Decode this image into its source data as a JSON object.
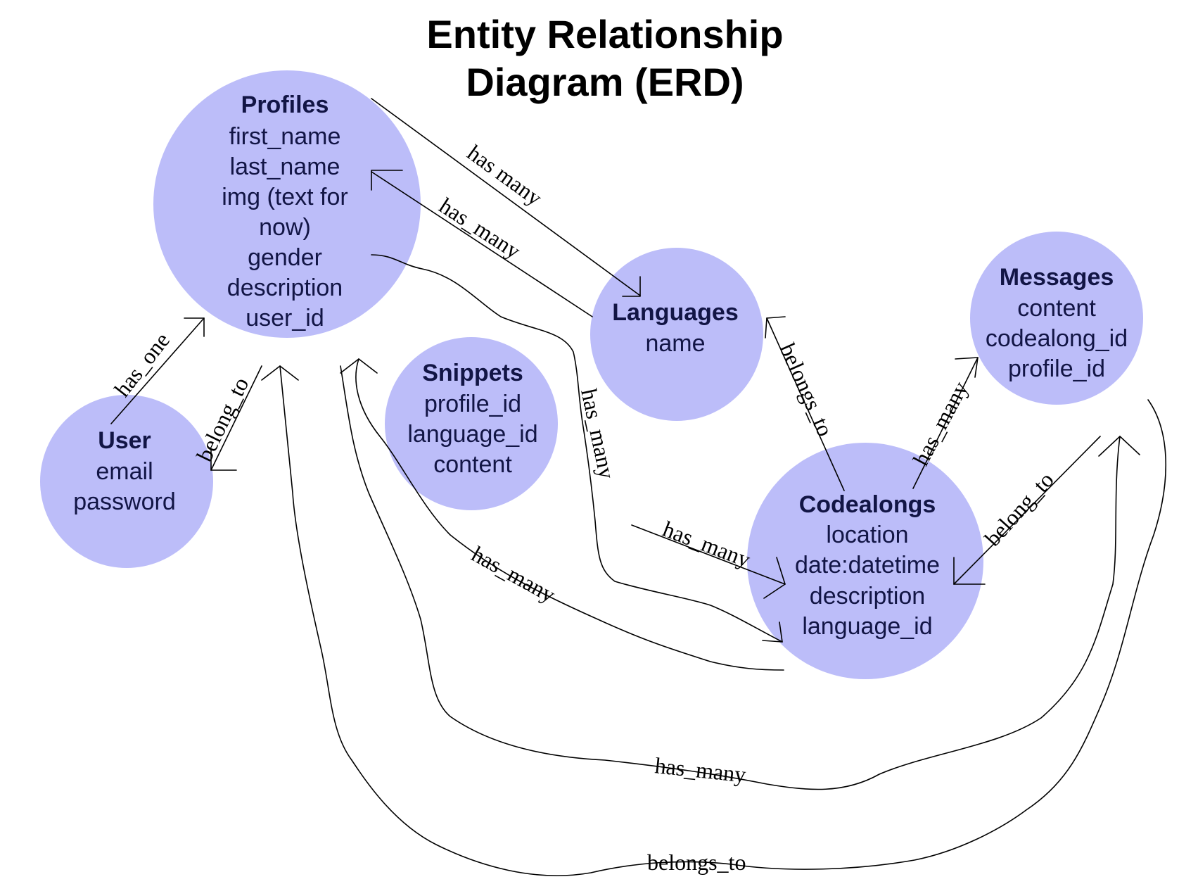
{
  "title": {
    "line1": "Entity Relationship",
    "line2": "Diagram (ERD)"
  },
  "colors": {
    "entity_fill": "#bcbdf9",
    "entity_text": "#121545",
    "line": "#000000"
  },
  "entities": {
    "profiles": {
      "name": "Profiles",
      "fields": [
        "first_name",
        "last_name",
        "img (text for",
        "now)",
        "gender",
        "description",
        "user_id"
      ]
    },
    "languages": {
      "name": "Languages",
      "fields": [
        "name"
      ]
    },
    "messages": {
      "name": "Messages",
      "fields": [
        "content",
        "codealong_id",
        "profile_id"
      ]
    },
    "user": {
      "name": "User",
      "fields": [
        "email",
        "password"
      ]
    },
    "snippets": {
      "name": "Snippets",
      "fields": [
        "profile_id",
        "language_id",
        "content"
      ]
    },
    "codealongs": {
      "name": "Codealongs",
      "fields": [
        "location",
        "date:datetime",
        "description",
        "language_id"
      ]
    }
  },
  "relationships": {
    "profiles_languages_top": "has many",
    "languages_profiles": "has_many",
    "user_profiles": "has_one",
    "profiles_user": "belong_to",
    "profiles_codealongs_vertical": "has_many",
    "codealongs_languages": "belongs_to",
    "codealongs_messages": "has_many",
    "messages_codealongs": "belong_to",
    "into_codealongs": "has_many",
    "profiles_codealongs_loop": "has_many",
    "profiles_messages_loop": "has_many",
    "messages_profiles_loop": "belongs_to"
  }
}
